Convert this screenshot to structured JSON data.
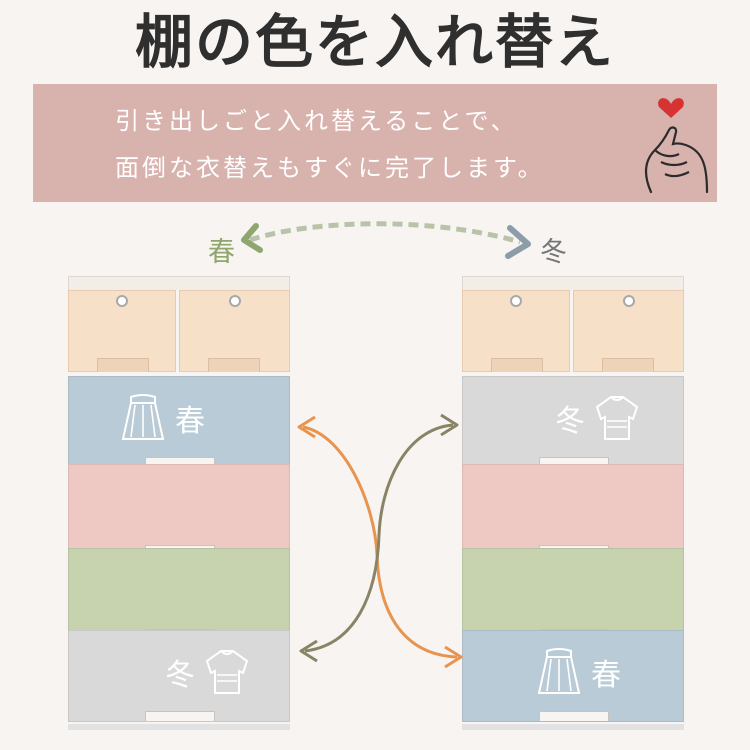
{
  "header": {
    "title": "棚の色を入れ替え"
  },
  "banner": {
    "line1": "引き出しごと入れ替えることで、",
    "line2": "面倒な衣替えもすぐに完了します。",
    "hand_icon": "finger-heart-icon",
    "heart_color": "#d83333"
  },
  "seasons": {
    "spring": "春",
    "winter": "冬"
  },
  "left_cabinet": {
    "drawers": [
      {
        "color": "#b9cbd6",
        "label": "春",
        "icon": "skirt-icon"
      },
      {
        "color": "#eec9c4",
        "label": ""
      },
      {
        "color": "#c6d3ae",
        "label": ""
      },
      {
        "color": "#d9d9d9",
        "label": "冬",
        "icon": "sweater-icon"
      }
    ]
  },
  "right_cabinet": {
    "drawers": [
      {
        "color": "#d9d9d9",
        "label": "冬",
        "icon": "sweater-icon"
      },
      {
        "color": "#eec9c4",
        "label": ""
      },
      {
        "color": "#c6d3ae",
        "label": ""
      },
      {
        "color": "#b9cbd6",
        "label": "春",
        "icon": "skirt-icon"
      }
    ]
  },
  "colors": {
    "arrow_top_spring": "#8fa66e",
    "arrow_top_winter": "#8c9ca8",
    "arrow_orange": "#e8944e",
    "arrow_olive": "#8a8466",
    "top_drawer": "#f7e0c8"
  }
}
